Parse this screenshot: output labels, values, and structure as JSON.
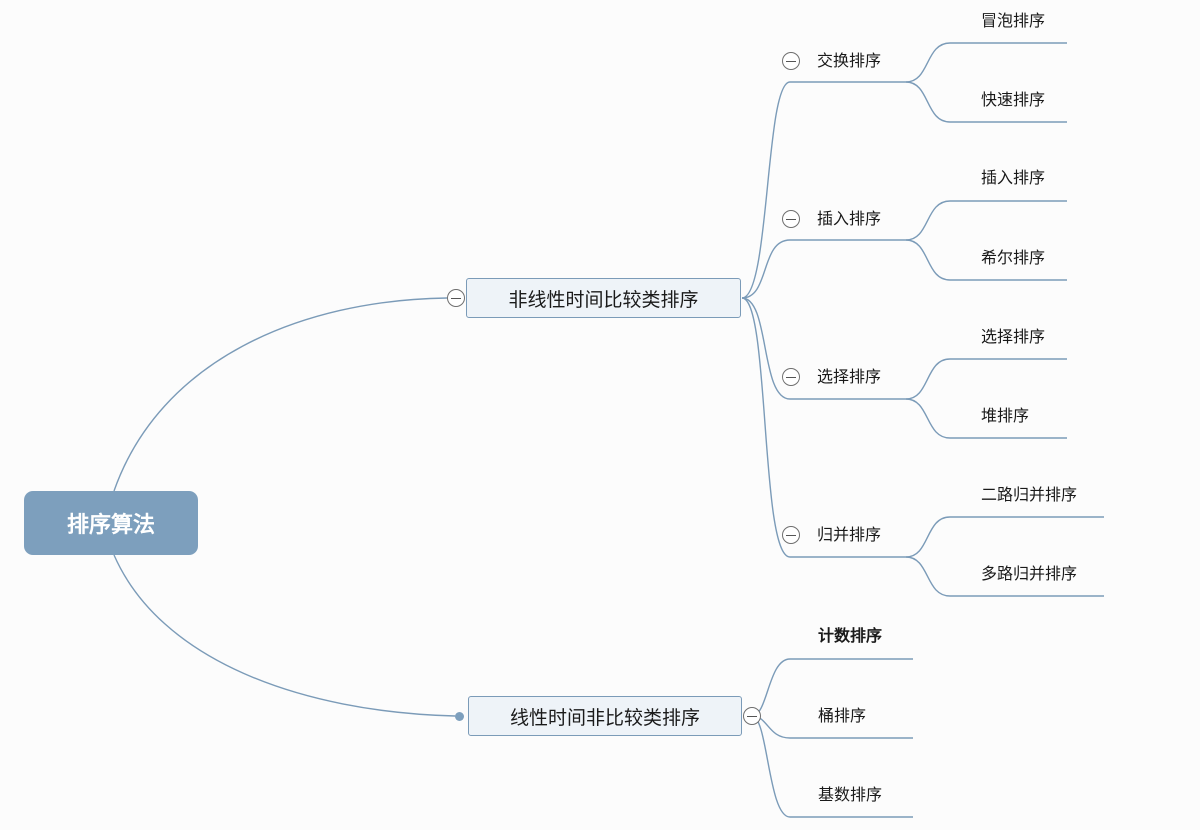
{
  "mindmap": {
    "root": {
      "label": "排序算法"
    },
    "branches": [
      {
        "label": "非线性时间比较类排序",
        "toggle": "collapse-icon",
        "topics": [
          {
            "label": "交换排序",
            "leaves": [
              "冒泡排序",
              "快速排序"
            ]
          },
          {
            "label": "插入排序",
            "leaves": [
              "插入排序",
              "希尔排序"
            ]
          },
          {
            "label": "选择排序",
            "leaves": [
              "选择排序",
              "堆排序"
            ]
          },
          {
            "label": "归并排序",
            "leaves": [
              "二路归并排序",
              "多路归并排序"
            ]
          }
        ]
      },
      {
        "label": "线性时间非比较类排序",
        "toggle": "collapse-icon",
        "leaves": [
          "计数排序",
          "桶排序",
          "基数排序"
        ]
      }
    ]
  },
  "colors": {
    "root_fill": "#7d9fbd",
    "branch_fill": "#eef3f8",
    "branch_border": "#7b9bb8",
    "connector": "#7b9bb8",
    "background": "#fcfcfc"
  }
}
